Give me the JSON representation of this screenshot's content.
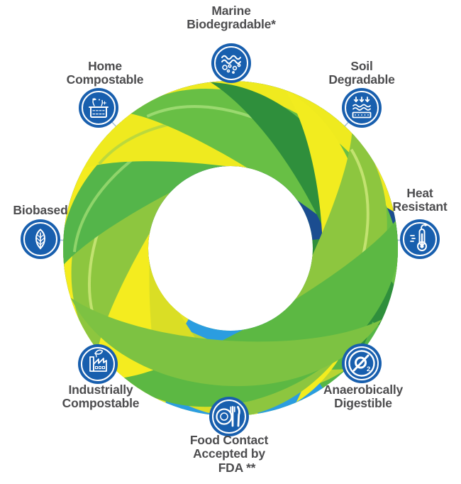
{
  "diagram": {
    "type": "circular-property-infographic",
    "center_graphic": "leaf-wreath",
    "nodes": [
      {
        "id": "marine-biodegradable",
        "icon": "waves-bubbles-icon",
        "lines": [
          "Marine",
          "Biodegradable*"
        ]
      },
      {
        "id": "soil-degradable",
        "icon": "soil-layers-icon",
        "lines": [
          "Soil",
          "Degradable"
        ]
      },
      {
        "id": "heat-resistant",
        "icon": "thermometer-icon",
        "lines": [
          "Heat",
          "Resistant"
        ]
      },
      {
        "id": "anaerobically-digestible",
        "icon": "no-oxygen-icon",
        "lines": [
          "Anaerobically",
          "Digestible"
        ]
      },
      {
        "id": "food-contact-fda",
        "icon": "fork-knife-plate-icon",
        "lines": [
          "Food Contact",
          "Accepted by",
          "FDA **"
        ]
      },
      {
        "id": "industrially-compostable",
        "icon": "factory-leaf-icon",
        "lines": [
          "Industrially",
          "Compostable"
        ]
      },
      {
        "id": "biobased",
        "icon": "leaf-icon",
        "lines": [
          "Biobased"
        ]
      },
      {
        "id": "home-compostable",
        "icon": "compost-bin-icon",
        "lines": [
          "Home",
          "Compostable"
        ]
      }
    ],
    "colors": {
      "icon_blue": "#185fae",
      "label_text": "#4d4d4f",
      "connector": "#a6c0da",
      "wreath_navy": "#1b4d90",
      "wreath_sky_blue": "#2b9de0",
      "wreath_dark_green": "#2f8f3c",
      "wreath_green": "#56b647",
      "wreath_light_green": "#8dc63f",
      "wreath_yellow_green": "#cddc29",
      "wreath_yellow": "#f4ec1f"
    }
  }
}
